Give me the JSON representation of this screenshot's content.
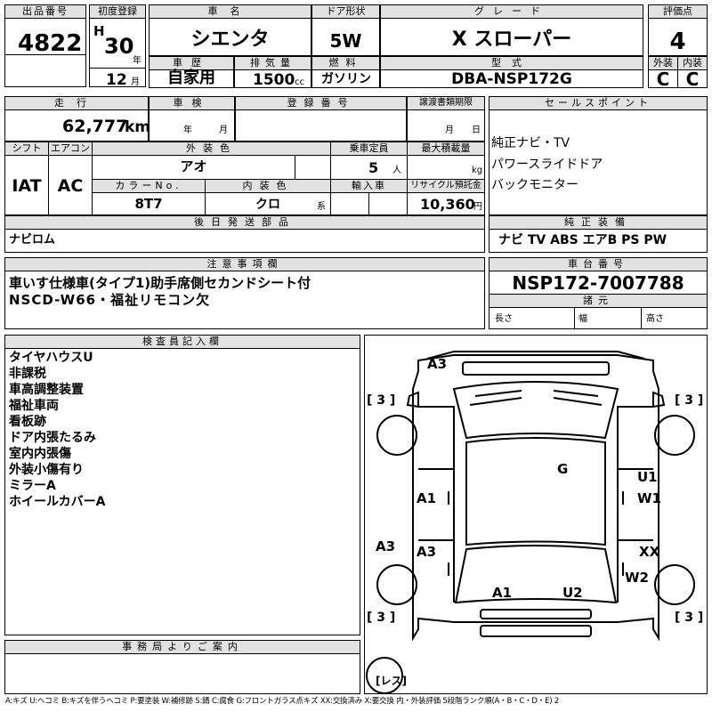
{
  "headers": {
    "lot_no": "出品番号",
    "first_reg": "初度登録",
    "car_name": "車名",
    "door": "ドア形状",
    "grade": "グレード",
    "score": "評価点",
    "history": "車歴",
    "displacement": "排気量",
    "fuel": "燃料",
    "model_code": "型式",
    "exterior": "外装",
    "interior": "内装",
    "mileage": "走行",
    "inspection": "車検",
    "registration_no": "登録番号",
    "transfer_deadline": "譲渡書類期限",
    "sales_point": "セールスポイント",
    "shift": "シフト",
    "aircon": "エアコン",
    "ext_color": "外装色",
    "capacity": "乗車定員",
    "max_load": "最大積載量",
    "color_no": "カラーNo.",
    "int_color": "内装色",
    "import": "輸入車",
    "recycle": "リサイクル預託金",
    "later_parts": "後日発送部品",
    "genuine_equip": "純正装備",
    "notes": "注意事項欄",
    "chassis_no": "車台番号",
    "dims": "諸元",
    "inspector": "検査員記入欄",
    "office": "事務局よりご案内"
  },
  "vehicle": {
    "lot_no": "4822",
    "era": "H",
    "year": "30",
    "year_unit": "年",
    "month": "12",
    "month_unit": "月",
    "car_name": "シエンタ",
    "door": "5W",
    "grade": "X スローパー",
    "score": "4",
    "history": "自家用",
    "displacement": "1500",
    "displacement_unit": "cc",
    "fuel": "ガソリン",
    "model_code": "DBA-NSP172G",
    "exterior_grade": "C",
    "interior_grade": "C",
    "mileage": "62,777",
    "mileage_unit": "km",
    "insp_year_unit": "年",
    "insp_month_unit": "月",
    "deadline_month_unit": "月",
    "deadline_day_unit": "日",
    "shift": "IAT",
    "aircon": "AC",
    "ext_color": "アオ",
    "capacity": "5",
    "capacity_unit": "人",
    "load_unit": "kg",
    "color_no": "8T7",
    "int_color": "クロ",
    "int_color_unit": "系",
    "recycle": "10,360",
    "recycle_unit": "円",
    "later_parts": "ナビロム",
    "chassis_no": "NSP172-7007788",
    "dim_length": "長さ",
    "dim_width": "幅",
    "dim_height": "高さ"
  },
  "sales_points": [
    "純正ナビ・TV",
    "パワースライドドア",
    "バックモニター"
  ],
  "genuine_equipment": "ナビ TV ABS エアB PS PW",
  "notes": [
    "車いす仕様車(タイプ1)助手席側セカンドシート付",
    "NSCD-W66・福祉リモコン欠"
  ],
  "inspector_notes": [
    "タイヤハウスU",
    "非課税",
    "車高調整装置",
    "福祉車両",
    "看板跡",
    "ドア内張たるみ",
    "室内内張傷",
    "外装小傷有り",
    "ミラーA",
    "ホイールカバーA"
  ],
  "diagram": {
    "tread_fl": "[ 3 ]",
    "tread_fr": "[ 3 ]",
    "tread_rl": "[ 3 ]",
    "tread_rr": "[ 3 ]",
    "spare": "[レス]",
    "marks": {
      "front": "A3",
      "windshield": "G",
      "left_front_door": "A1",
      "left_rear_door": "A3",
      "left_rear_quarter": "A3",
      "right_front_door_u": "U1",
      "right_front_door_w": "W1",
      "right_rear_door": "XX",
      "right_rear_quarter": "W2",
      "rear_left": "A1",
      "rear_right": "U2"
    }
  },
  "legend": "A:キズ U:ヘコミ B:キズを伴うヘコミ P:要塗装 W:補修跡 S:錆 C:腐食 G:フロントガラス点キズ XX:交換済み X:要交換 内・外装評価 5段階ランク順(A・B・C・D・E) 2"
}
